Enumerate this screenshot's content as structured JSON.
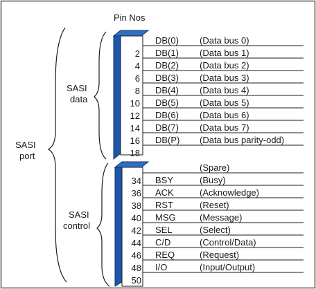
{
  "header": {
    "pin_nos": "Pin Nos"
  },
  "groups": {
    "sasi_port": [
      "SASI",
      "port"
    ],
    "sasi_data": [
      "SASI",
      "data"
    ],
    "sasi_control": [
      "SASI",
      "control"
    ]
  },
  "data_pins": [
    {
      "pin": "2",
      "signal": "DB(0)",
      "desc": "(Data bus 0)"
    },
    {
      "pin": "4",
      "signal": "DB(1)",
      "desc": "(Data bus 1)"
    },
    {
      "pin": "6",
      "signal": "DB(2)",
      "desc": "(Data bus 2)"
    },
    {
      "pin": "8",
      "signal": "DB(3)",
      "desc": "(Data bus 3)"
    },
    {
      "pin": "10",
      "signal": "DB(4)",
      "desc": "(Data bus 4)"
    },
    {
      "pin": "12",
      "signal": "DB(5)",
      "desc": "(Data bus 5)"
    },
    {
      "pin": "14",
      "signal": "DB(6)",
      "desc": "(Data bus 6)"
    },
    {
      "pin": "16",
      "signal": "DB(7)",
      "desc": "(Data bus 7)"
    },
    {
      "pin": "18",
      "signal": "DB(P)",
      "desc": "(Data bus parity-odd)"
    }
  ],
  "control_pins": [
    {
      "pin": "34",
      "signal": "",
      "desc": "(Spare)"
    },
    {
      "pin": "36",
      "signal": "BSY",
      "desc": "(Busy)"
    },
    {
      "pin": "38",
      "signal": "ACK",
      "desc": "(Acknowledge)"
    },
    {
      "pin": "40",
      "signal": "RST",
      "desc": "(Reset)"
    },
    {
      "pin": "42",
      "signal": "MSG",
      "desc": "(Message)"
    },
    {
      "pin": "44",
      "signal": "SEL",
      "desc": "(Select)"
    },
    {
      "pin": "46",
      "signal": "C/D",
      "desc": "(Control/Data)"
    },
    {
      "pin": "48",
      "signal": "REQ",
      "desc": "(Request)"
    },
    {
      "pin": "50",
      "signal": "I/O",
      "desc": "(Input/Output)"
    }
  ],
  "colors": {
    "connector_blue": "#1e56a8",
    "connector_edge": "#0d3470",
    "line": "#1a1a1a",
    "frame": "#555555"
  }
}
